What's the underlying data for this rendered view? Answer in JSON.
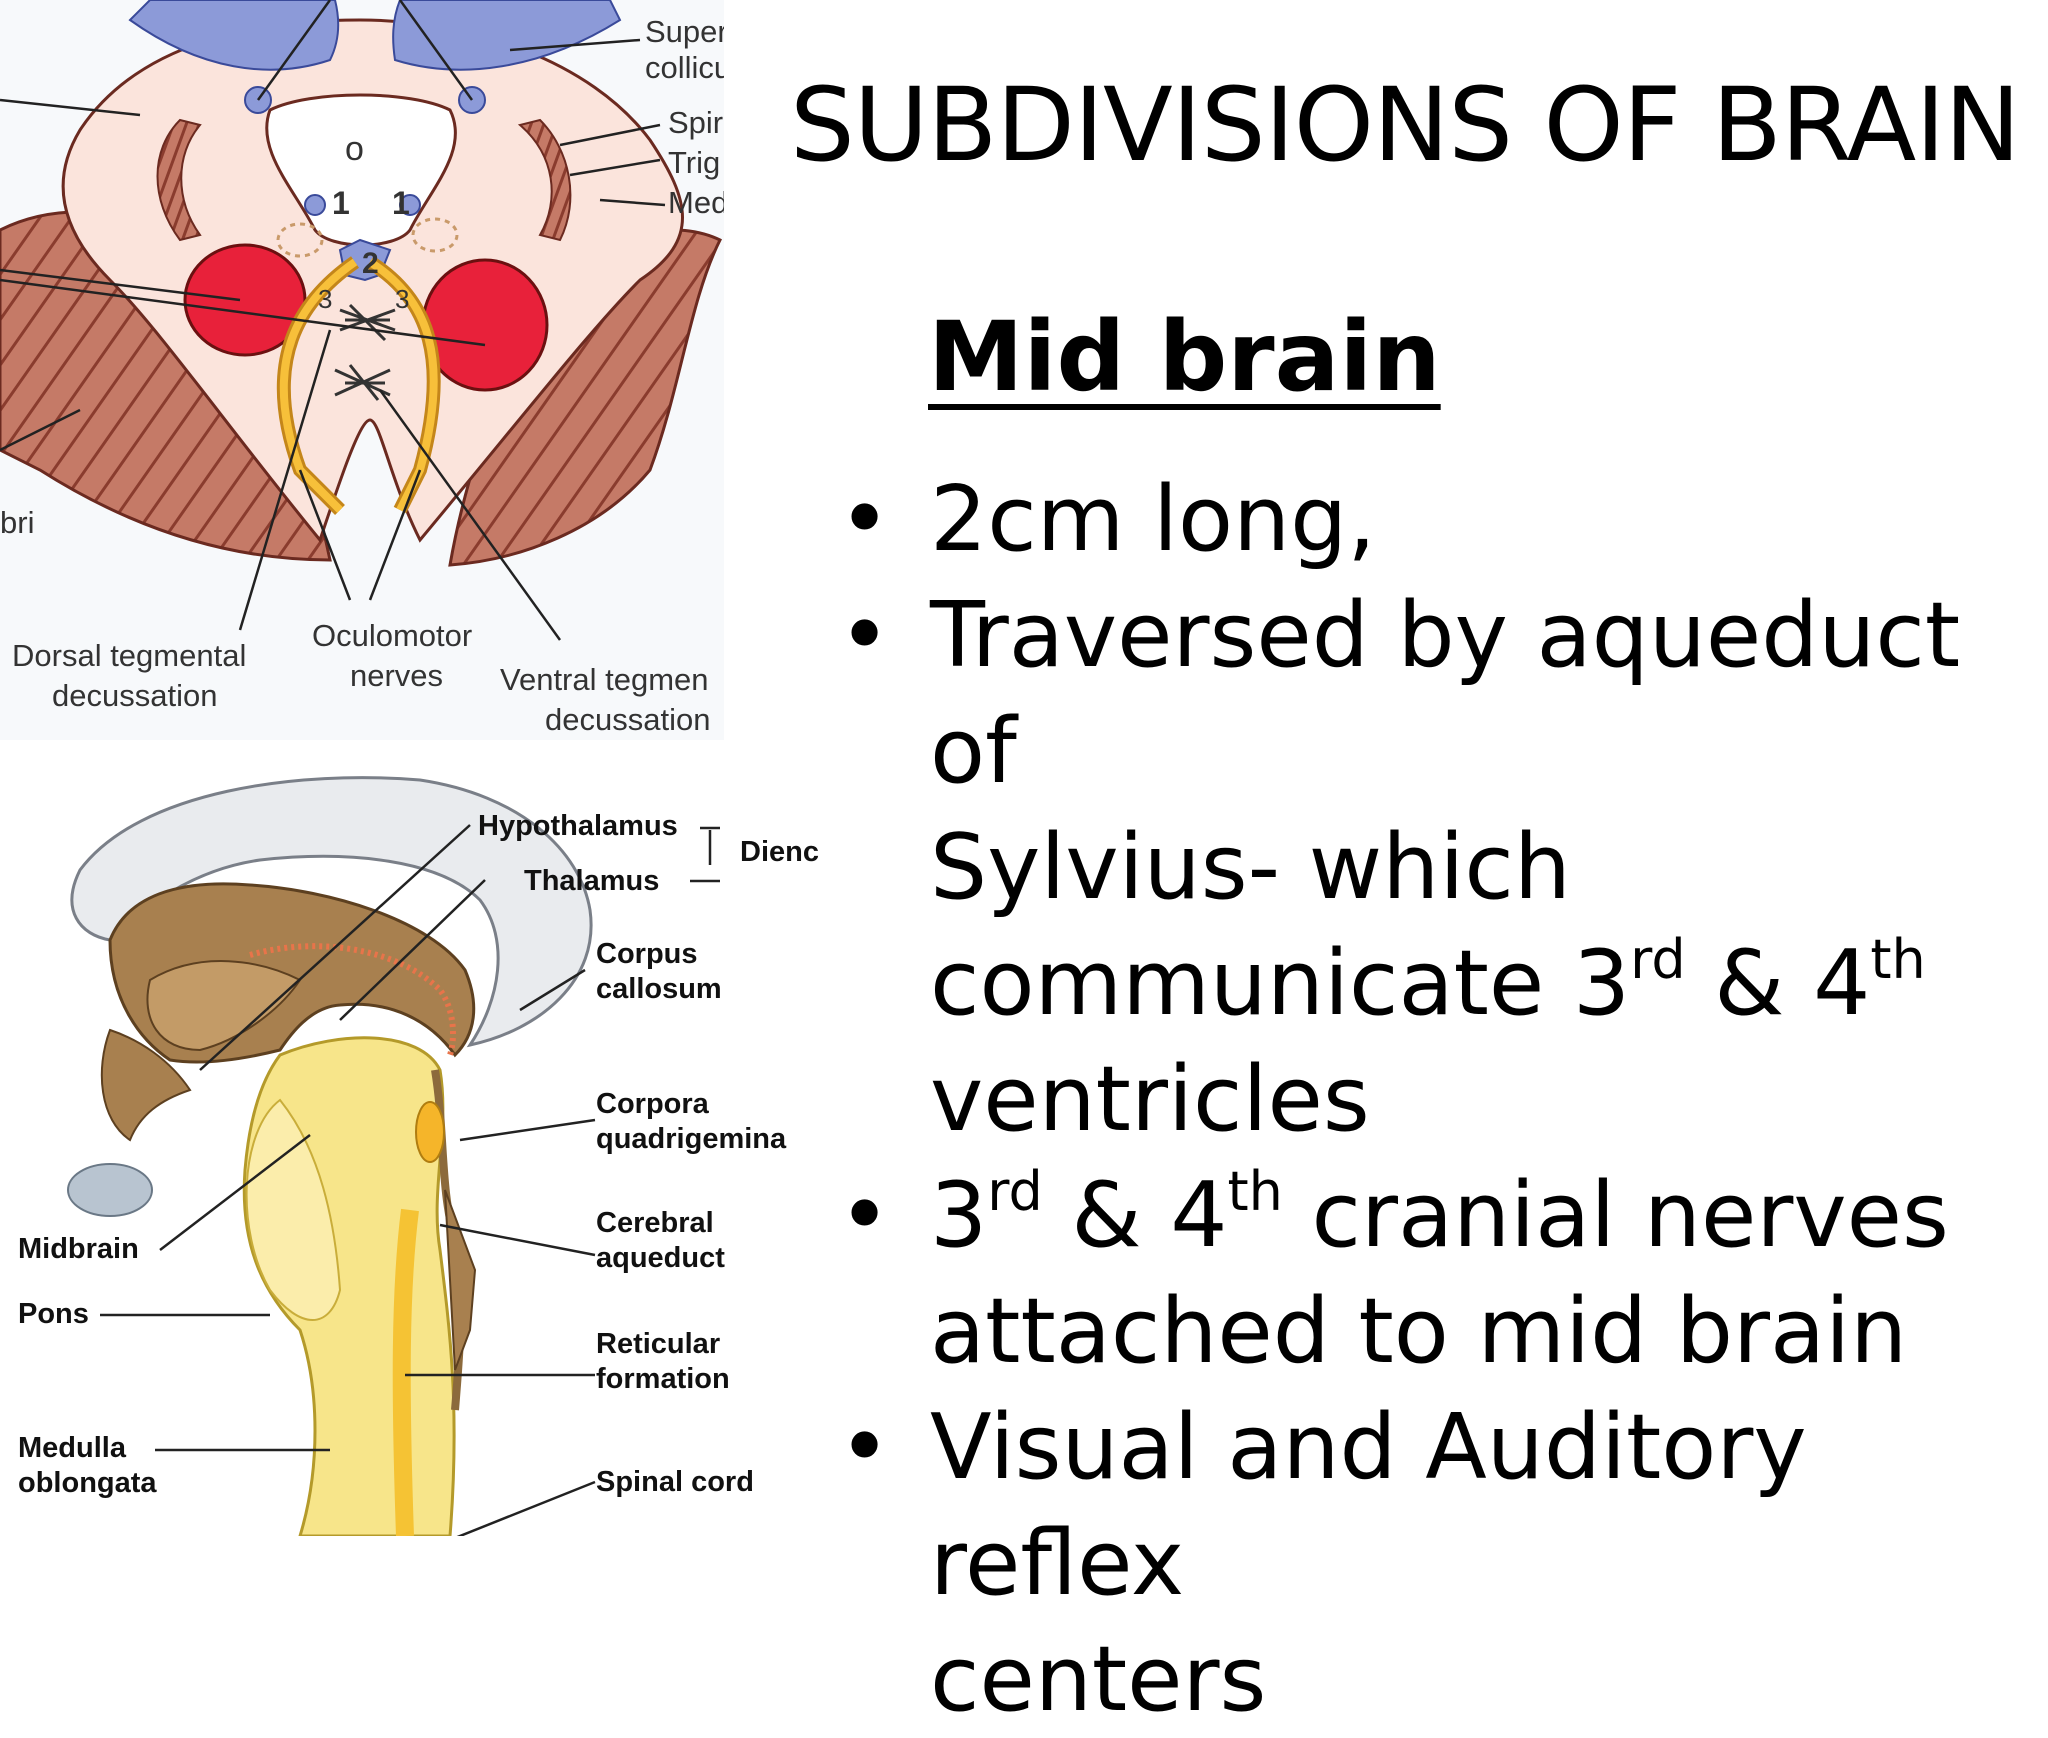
{
  "slide": {
    "title": "SUBDIVISIONS OF BRAIN",
    "subtitle": "Mid brain",
    "bullets": [
      {
        "text": "2cm long,"
      },
      {
        "line1": "Traversed by aqueduct of",
        "line2": "Sylvius- which",
        "line3a": "communicate 3",
        "sup1": "rd",
        "line3b": " & 4",
        "sup2": "th",
        "line4": "ventricles"
      },
      {
        "a": "3",
        "sup1": "rd",
        "b": " & 4",
        "sup2": "th",
        "c": " cranial nerves",
        "line2": "attached to mid brain"
      },
      {
        "line1": "Visual and Auditory reflex",
        "line2": "centers"
      }
    ]
  },
  "figure_cross_section": {
    "labels": {
      "superior_colliculus": "Super\ncollicu",
      "spinal": "Spir",
      "trigeminal": "Trig",
      "medial": "Med",
      "aqueduct_marker": "o",
      "num1a": "1",
      "num1b": "1",
      "num2": "2",
      "num3a": "3",
      "num3b": "3",
      "cerebri": "bri",
      "dorsal_1": "Dorsal tegmental",
      "dorsal_2": "decussation",
      "oculomotor_1": "Oculomotor",
      "oculomotor_2": "nerves",
      "ventral_1": "Ventral tegmen",
      "ventral_2": "decussation"
    }
  },
  "figure_sagittal": {
    "labels": {
      "hypothalamus": "Hypothalamus",
      "thalamus": "Thalamus",
      "diencephalon": "Dienc",
      "corpus_1": "Corpus",
      "corpus_2": "callosum",
      "corpora_1": "Corpora",
      "corpora_2": "quadrigemina",
      "midbrain": "Midbrain",
      "pons": "Pons",
      "cerebral_1": "Cerebral",
      "cerebral_2": "aqueduct",
      "reticular_1": "Reticular",
      "reticular_2": "formation",
      "medulla_1": "Medulla",
      "medulla_2": "oblongata",
      "spinal_cord": "Spinal cord"
    }
  },
  "colors": {
    "red_nucleus": "#e8213a",
    "crus": "#c97d6c",
    "tectum": "#8c9ad8",
    "tegmentum": "#fbe4dc",
    "brainstem_yellow": "#f7e58a",
    "diencephalon_brown": "#a8804f"
  }
}
